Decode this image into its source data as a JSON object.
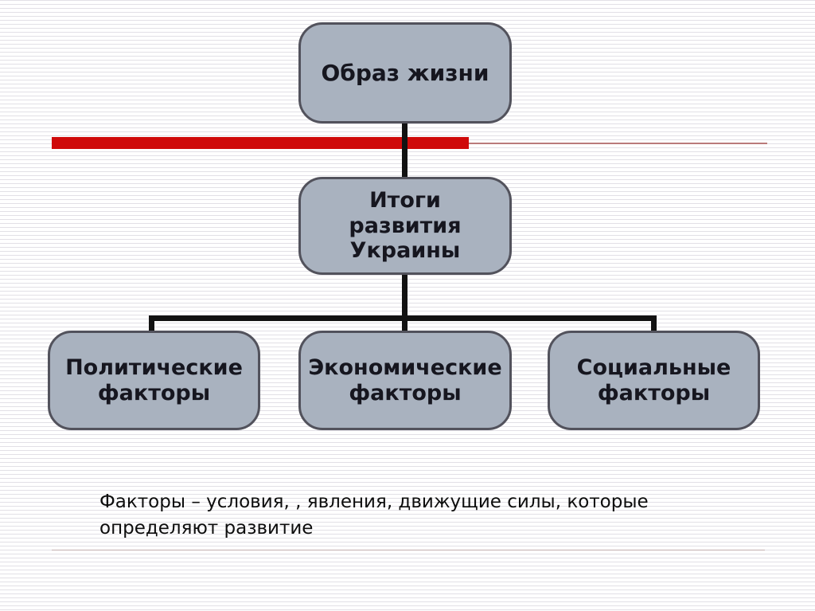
{
  "diagram": {
    "root": {
      "label": "Образ жизни"
    },
    "middle": {
      "label": "Итоги развития Украины"
    },
    "factors": [
      {
        "label": "Политические факторы"
      },
      {
        "label": "Экономические факторы"
      },
      {
        "label": "Социальные факторы"
      }
    ]
  },
  "note": {
    "line1": "Факторы – условия, , явления, движущие силы, которые",
    "line2": "определяют развитие"
  },
  "colors": {
    "box_fill": "#a9b2bf",
    "box_border": "#52525c",
    "accent_red": "#cf0a0a",
    "connector_black": "#121212"
  }
}
